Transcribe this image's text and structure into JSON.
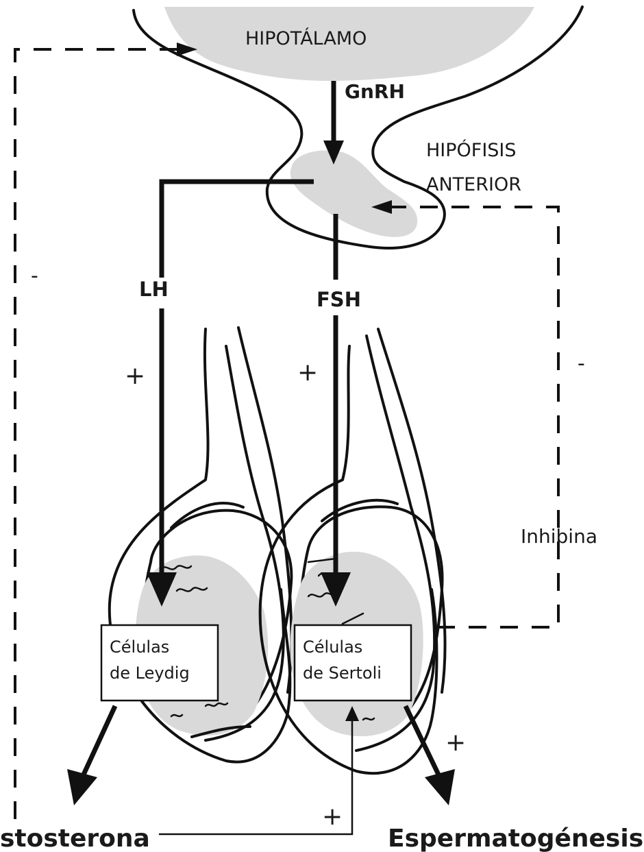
{
  "labels": {
    "hypothalamus": "HIPOTÁLAMO",
    "gnrh": "GnRH",
    "pituitary_line1": "HIPÓFISIS",
    "pituitary_line2": "ANTERIOR",
    "lh": "LH",
    "fsh": "FSH",
    "leydig_line1": "Células",
    "leydig_line2": "de Leydig",
    "sertoli_line1": "Células",
    "sertoli_line2": "de Sertoli",
    "testosterone": "stosterona",
    "spermatogenesis": "Espermatogénesis",
    "inhibin": "Inhibina"
  },
  "signs": {
    "testosterone_feedback": "-",
    "inhibin_feedback": "-",
    "lh_effect": "+",
    "fsh_effect": "+",
    "sertoli_to_sperm": "+",
    "testosterone_to_sertoli": "+"
  },
  "colors": {
    "shade": "#d9d9d9",
    "ink": "#111111"
  }
}
